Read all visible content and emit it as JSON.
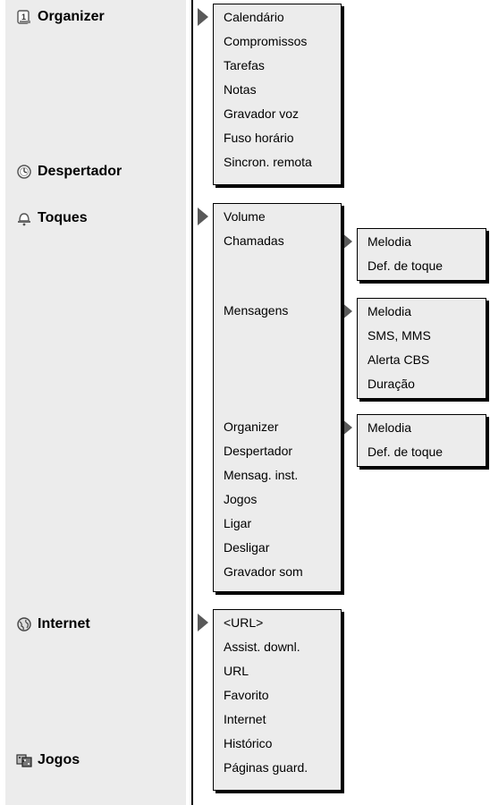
{
  "categories": {
    "organizer": "Organizer",
    "despertador": "Despertador",
    "toques": "Toques",
    "internet": "Internet",
    "jogos": "Jogos"
  },
  "menus": {
    "organizer": [
      "Calendário",
      "Compromissos",
      "Tarefas",
      "Notas",
      "Gravador voz",
      "Fuso horário",
      "Sincron. remota"
    ],
    "toques": [
      "Volume",
      "Chamadas",
      "Mensagens",
      "Organizer",
      "Despertador",
      "Mensag. inst.",
      "Jogos",
      "Ligar",
      "Desligar",
      "Gravador som"
    ],
    "internet": [
      "<URL>",
      "Assist. downl.",
      "URL",
      "Favorito",
      "Internet",
      "Histórico",
      "Páginas guard."
    ]
  },
  "submenus": {
    "chamadas": [
      "Melodia",
      "Def. de toque"
    ],
    "mensagens": [
      "Melodia",
      "SMS, MMS",
      "Alerta CBS",
      "Duração"
    ],
    "organizer": [
      "Melodia",
      "Def. de toque"
    ]
  },
  "icons": {
    "organizer": "organizer-notebook-icon",
    "despertador": "alarm-clock-icon",
    "toques": "bell-icon",
    "internet": "globe-icon",
    "jogos": "dice-icon"
  }
}
